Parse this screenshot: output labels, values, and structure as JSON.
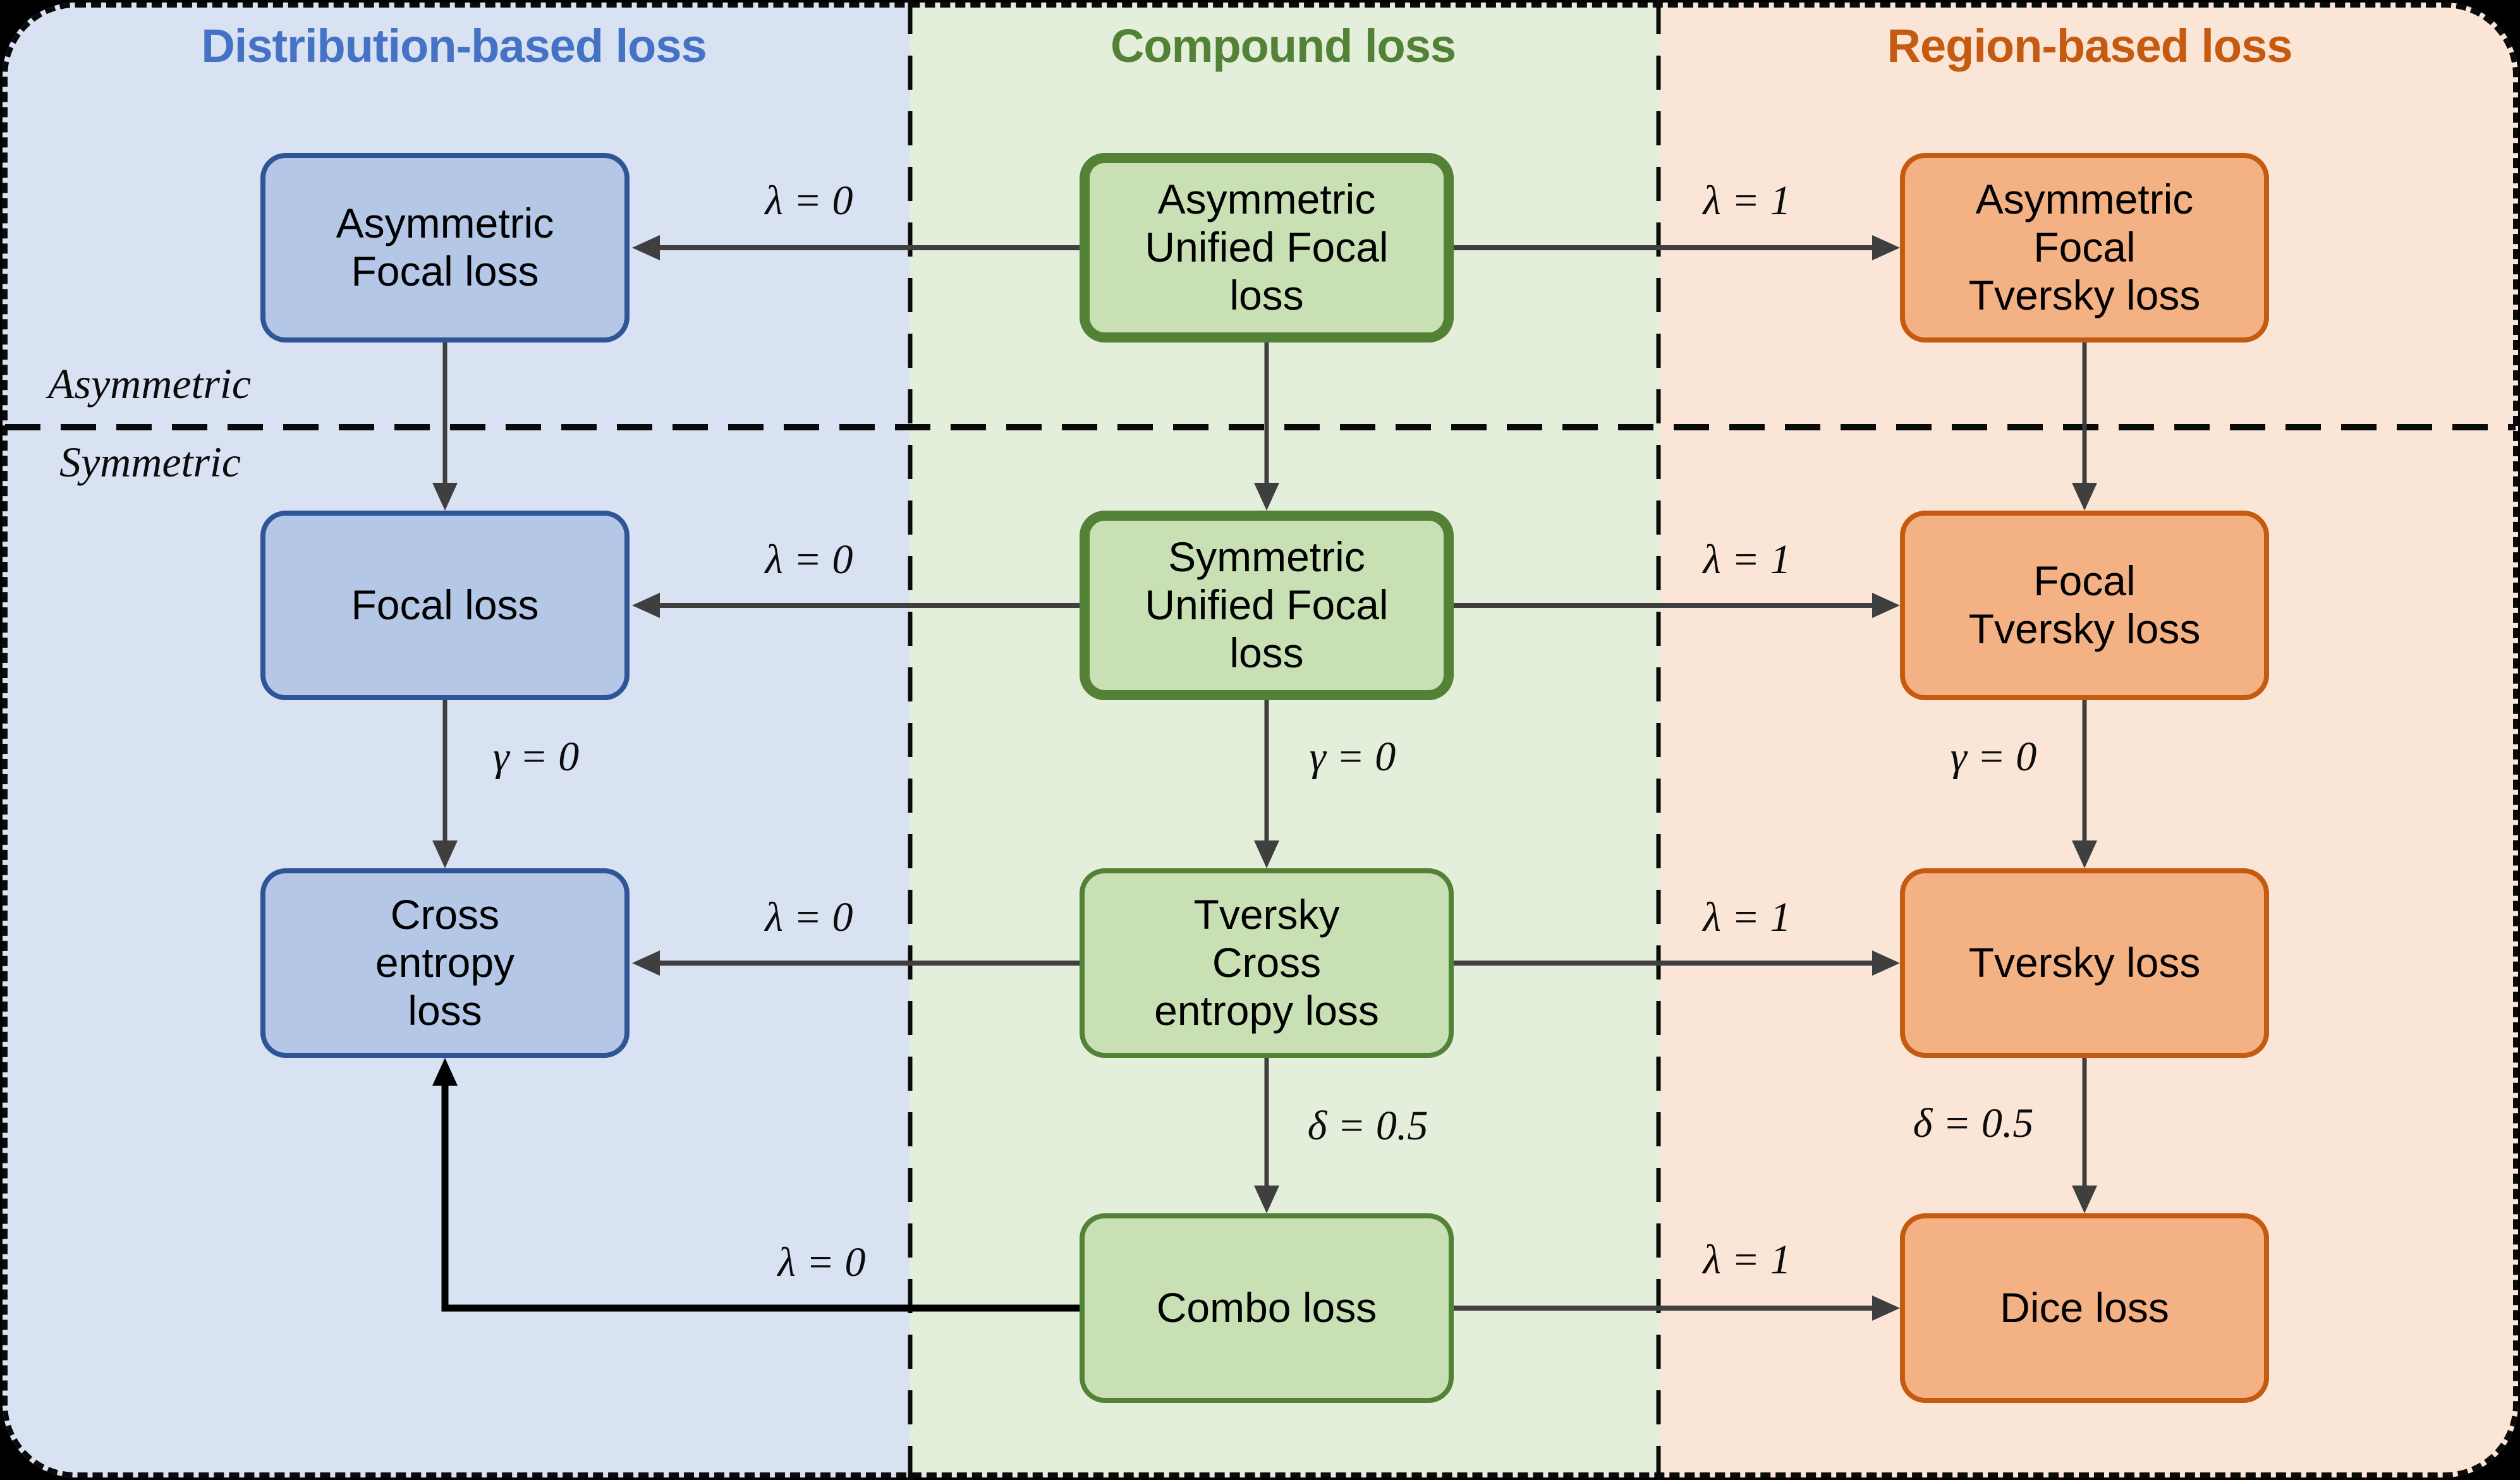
{
  "diagram": {
    "columns": [
      {
        "id": "distribution",
        "title": "Distribution-based loss",
        "accent_color": "#4472C4",
        "background": "#D9E2F3"
      },
      {
        "id": "compound",
        "title": "Compound loss",
        "accent_color": "#538135",
        "background": "#E3EFDA"
      },
      {
        "id": "region",
        "title": "Region-based loss",
        "accent_color": "#C55A11",
        "background": "#FBE5D6"
      }
    ],
    "row_bands": [
      {
        "label": "Asymmetric"
      },
      {
        "label": "Symmetric"
      }
    ],
    "nodes": [
      {
        "id": "asymmetric-focal",
        "label": "Asymmetric\nFocal loss",
        "column": "distribution",
        "fill": "#B4C7E7",
        "border": "#2F5597",
        "emphasized": false
      },
      {
        "id": "asymmetric-unified-focal",
        "label": "Asymmetric\nUnified Focal\nloss",
        "column": "compound",
        "fill": "#C9E0B4",
        "border": "#538135",
        "emphasized": true
      },
      {
        "id": "asymmetric-focal-tversky",
        "label": "Asymmetric\nFocal\nTversky loss",
        "column": "region",
        "fill": "#F4B183",
        "border": "#C55A11",
        "emphasized": false
      },
      {
        "id": "focal",
        "label": "Focal loss",
        "column": "distribution",
        "fill": "#B4C7E7",
        "border": "#2F5597",
        "emphasized": false
      },
      {
        "id": "symmetric-unified-focal",
        "label": "Symmetric\nUnified Focal\nloss",
        "column": "compound",
        "fill": "#C9E0B4",
        "border": "#538135",
        "emphasized": true
      },
      {
        "id": "focal-tversky",
        "label": "Focal\nTversky loss",
        "column": "region",
        "fill": "#F4B183",
        "border": "#C55A11",
        "emphasized": false
      },
      {
        "id": "cross-entropy",
        "label": "Cross\nentropy\nloss",
        "column": "distribution",
        "fill": "#B4C7E7",
        "border": "#2F5597",
        "emphasized": false
      },
      {
        "id": "tversky-cross-entropy",
        "label": "Tversky\nCross\nentropy loss",
        "column": "compound",
        "fill": "#C9E0B4",
        "border": "#538135",
        "emphasized": false
      },
      {
        "id": "tversky",
        "label": "Tversky loss",
        "column": "region",
        "fill": "#F4B183",
        "border": "#C55A11",
        "emphasized": false
      },
      {
        "id": "combo",
        "label": "Combo loss",
        "column": "compound",
        "fill": "#C9E0B4",
        "border": "#538135",
        "emphasized": false
      },
      {
        "id": "dice",
        "label": "Dice loss",
        "column": "region",
        "fill": "#F4B183",
        "border": "#C55A11",
        "emphasized": false
      }
    ],
    "edges": [
      {
        "label": "λ = 0",
        "from": "asymmetric-unified-focal",
        "to": "asymmetric-focal"
      },
      {
        "label": "λ = 1",
        "from": "asymmetric-unified-focal",
        "to": "asymmetric-focal-tversky"
      },
      {
        "label": "",
        "from": "asymmetric-focal",
        "to": "focal"
      },
      {
        "label": "",
        "from": "asymmetric-unified-focal",
        "to": "symmetric-unified-focal"
      },
      {
        "label": "",
        "from": "asymmetric-focal-tversky",
        "to": "focal-tversky"
      },
      {
        "label": "λ = 0",
        "from": "symmetric-unified-focal",
        "to": "focal"
      },
      {
        "label": "λ = 1",
        "from": "symmetric-unified-focal",
        "to": "focal-tversky"
      },
      {
        "label": "γ = 0",
        "from": "focal",
        "to": "cross-entropy"
      },
      {
        "label": "γ = 0",
        "from": "symmetric-unified-focal",
        "to": "tversky-cross-entropy"
      },
      {
        "label": "γ = 0",
        "from": "focal-tversky",
        "to": "tversky"
      },
      {
        "label": "λ = 0",
        "from": "tversky-cross-entropy",
        "to": "cross-entropy"
      },
      {
        "label": "λ = 1",
        "from": "tversky-cross-entropy",
        "to": "tversky"
      },
      {
        "label": "δ = 0.5",
        "from": "tversky-cross-entropy",
        "to": "combo"
      },
      {
        "label": "δ = 0.5",
        "from": "tversky",
        "to": "dice"
      },
      {
        "label": "λ = 0",
        "from": "combo",
        "to": "cross-entropy"
      },
      {
        "label": "λ = 1",
        "from": "combo",
        "to": "dice"
      }
    ]
  }
}
